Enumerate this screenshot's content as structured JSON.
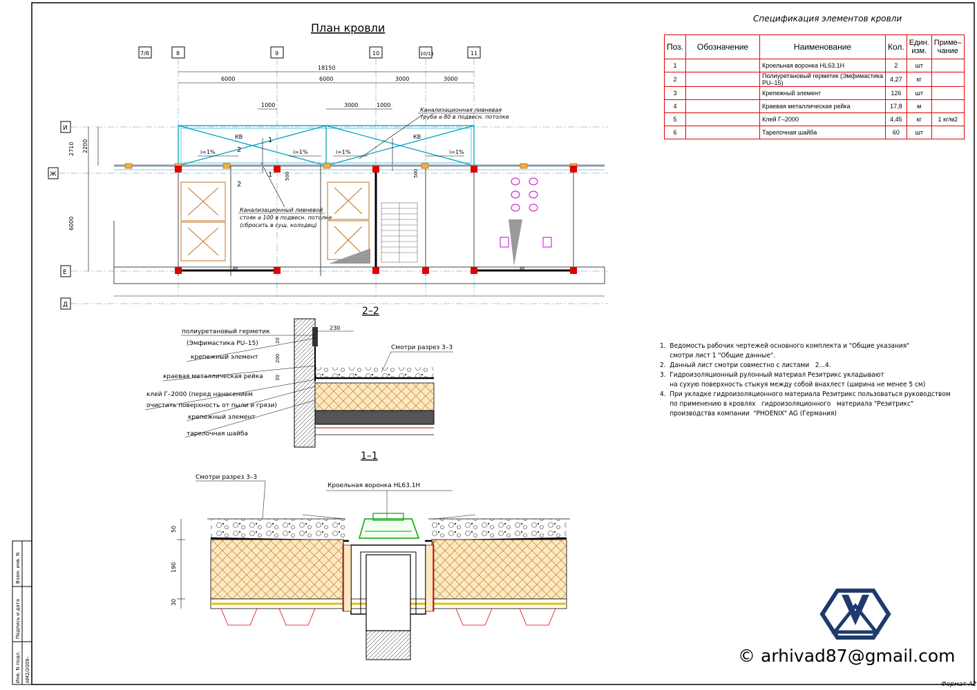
{
  "plan": {
    "title": "План кровли",
    "axes_top": [
      "7/8",
      "8",
      "9",
      "10",
      "10/11",
      "11"
    ],
    "axes_left": [
      "И",
      "Ж",
      "Е",
      "Д"
    ],
    "dims_total": "18150",
    "dims_spans": [
      "6000",
      "6000",
      "3000",
      "3000"
    ],
    "dims_small": [
      "1000",
      "3000",
      "1000"
    ],
    "dims_vertical": [
      "2200",
      "2710",
      "6000"
    ],
    "dims_500": [
      "500",
      "500"
    ],
    "kv_labels": [
      "КВ",
      "КВ"
    ],
    "slopes": [
      "i=1%",
      "i=1%",
      "i=1%",
      "i=1%"
    ],
    "section_marks": [
      "1",
      "1",
      "2",
      "2"
    ],
    "note_pipe_80": [
      "Канализационная ливневая",
      "труба ⌀ 80 в подвесн. потолке"
    ],
    "note_pipe_100": [
      "Канализационный ливневой",
      "стояк ⌀ 100 в подвесн. потолке",
      "(сбросить в сущ. колодец)"
    ],
    "dk": [
      "дк",
      "дк"
    ]
  },
  "section22": {
    "title": "2–2",
    "labels": [
      "полиуретановый герметик",
      "(Эмфимастика PU–15)",
      "крепежный элемент",
      "краевая металлическая рейка",
      "клей Г–2000 (перед нанесением",
      "очистить поверхность от пыли и грязи)",
      "крепежный элемент",
      "тарелочная шайба"
    ],
    "see_section": "Смотри разрез 3–3",
    "dim_230": "230",
    "dims_v": [
      "20",
      "200",
      "30"
    ]
  },
  "section11": {
    "title": "1–1",
    "see_section": "Смотри разрез 3–3",
    "funnel_label": "Кроельная воронка HL63.1H",
    "dims_v": [
      "50",
      "190",
      "30"
    ]
  },
  "spec": {
    "title": "Спецификация элементов кровли",
    "headers": [
      "Поз.",
      "Обозначение",
      "Наименование",
      "Кол.",
      "Един. изм.",
      "Приме– чание"
    ],
    "rows": [
      {
        "pos": "1",
        "code": "",
        "name": "Кроельная воронка HL63.1H",
        "qty": "2",
        "unit": "шт",
        "note": ""
      },
      {
        "pos": "2",
        "code": "",
        "name": "Полиуретановый герметик (Эмфимастика PU–15)",
        "qty": "4,27",
        "unit": "кг",
        "note": ""
      },
      {
        "pos": "3",
        "code": "",
        "name": "Крепежный элемент",
        "qty": "126",
        "unit": "шт",
        "note": ""
      },
      {
        "pos": "4",
        "code": "",
        "name": "Краевая металлическая рейка",
        "qty": "17,8",
        "unit": "м",
        "note": ""
      },
      {
        "pos": "5",
        "code": "",
        "name": "Клей Г–2000",
        "qty": "4,45",
        "unit": "кг",
        "note": "1 кг/м2"
      },
      {
        "pos": "6",
        "code": "",
        "name": "Тарелочная шайба",
        "qty": "60",
        "unit": "шт",
        "note": ""
      }
    ]
  },
  "notes": [
    "1.  Ведомость рабочих чертежей основного комплекта и \"Общие указания\"",
    "     смотри лист 1 \"Общие данные\".",
    "2.  Данный лист смотри совместно с листами   2...4.",
    "3.  Гидроизоляционный рулонный материал Резитрикс укладывают",
    "     на сухую поверхность стыкуя между собой внахлест (ширина не менее 5 см)",
    "4.  При укладке гидроизоляционного материала Резитрикс пользоваться руководством",
    "     по применению в кровлях   гидроизоляционного   материала \"Резитрикс\"",
    "     производства компании  \"PHOENIX\" AG (Германия)"
  ],
  "stamp": {
    "cells": [
      "Инв. N подл.",
      "Подпись и дата",
      "Взам. инв. N"
    ],
    "code": "АМ2/2009–"
  },
  "copyright": "© arhivad87@gmail.com",
  "format": "Формат  А2",
  "colors": {
    "frame": "#000000",
    "cyan": "#00a0c0",
    "red": "#e00000",
    "orange": "#c07020",
    "insulation": "#fde8c0",
    "magenta": "#d000d0",
    "green": "#00a000",
    "logo": "#1e3a6e"
  }
}
